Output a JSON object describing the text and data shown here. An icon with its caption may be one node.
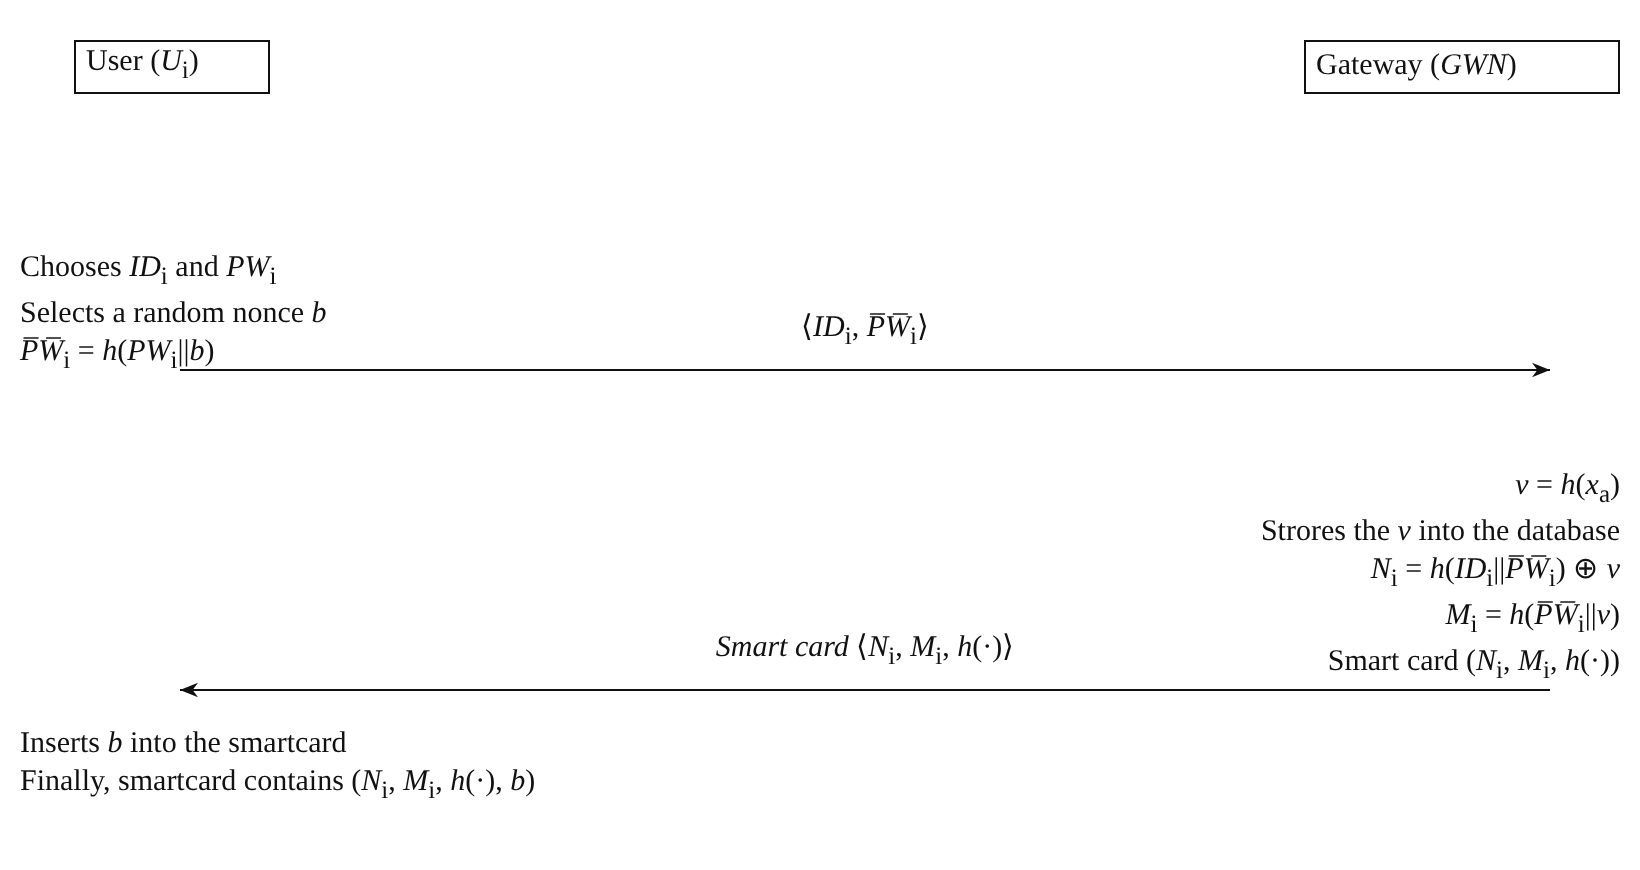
{
  "diagram": {
    "nodes": [
      {
        "text": [
          "User (*U*$_{i}$)"
        ]
      },
      {
        "text": [
          "Gateway (*GWN*)"
        ]
      },
      {
        "text": [
          "Chooses *ID*$_{i}$ and *PW*$_{i}$",
          "Selects a random nonce *b*",
          "*P̅W̅*$_{i}$ = *h*(*PW*$_{i}$||*b*)"
        ]
      },
      {
        "text": [
          "*v* = *h*(*x*$_{a}$)",
          "Strores the *v* into the database",
          "*N*$_{i}$ = *h*(*ID*$_{i}$||*P̅W̅*$_{i}$) ⊕ *v*",
          "*M*$_{i}$ = *h*(*P̅W̅*$_{i}$||*v*)",
          "Smart card (*N*$_{i}$, *M*$_{i}$, *h*(·))"
        ]
      },
      {
        "text": [
          "Inserts *b* into the smartcard",
          "Finally, smartcard contains (*N*$_{i}$, *M*$_{i}$, *h*(·), *b*)"
        ]
      }
    ],
    "edges": [
      {
        "from": 2,
        "to": 3,
        "arrow": "to",
        "label": "⟨*ID*$_{i}$, *P̅W̅*$_{i}$⟩"
      },
      {
        "from": 3,
        "to": 4,
        "arrow": "to",
        "label": "*Smart card* ⟨*N*$_{i}$, *M*$_{i}$, *h*(·)⟩"
      }
    ]
  }
}
